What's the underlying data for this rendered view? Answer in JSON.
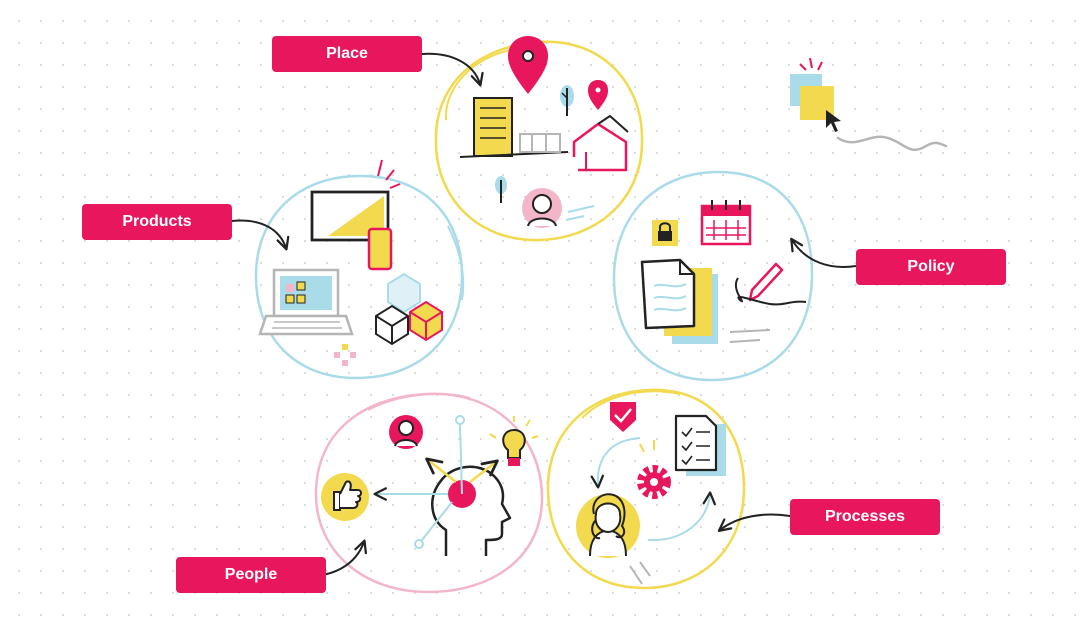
{
  "labels": {
    "place": "Place",
    "products": "Products",
    "policy": "Policy",
    "people": "People",
    "processes": "Processes"
  },
  "colors": {
    "accent": "#e8175d",
    "yellow": "#f2d94e",
    "blue": "#a9dbe9",
    "pink": "#f3b6c9",
    "ink": "#222222",
    "gray": "#b5b5b5"
  }
}
